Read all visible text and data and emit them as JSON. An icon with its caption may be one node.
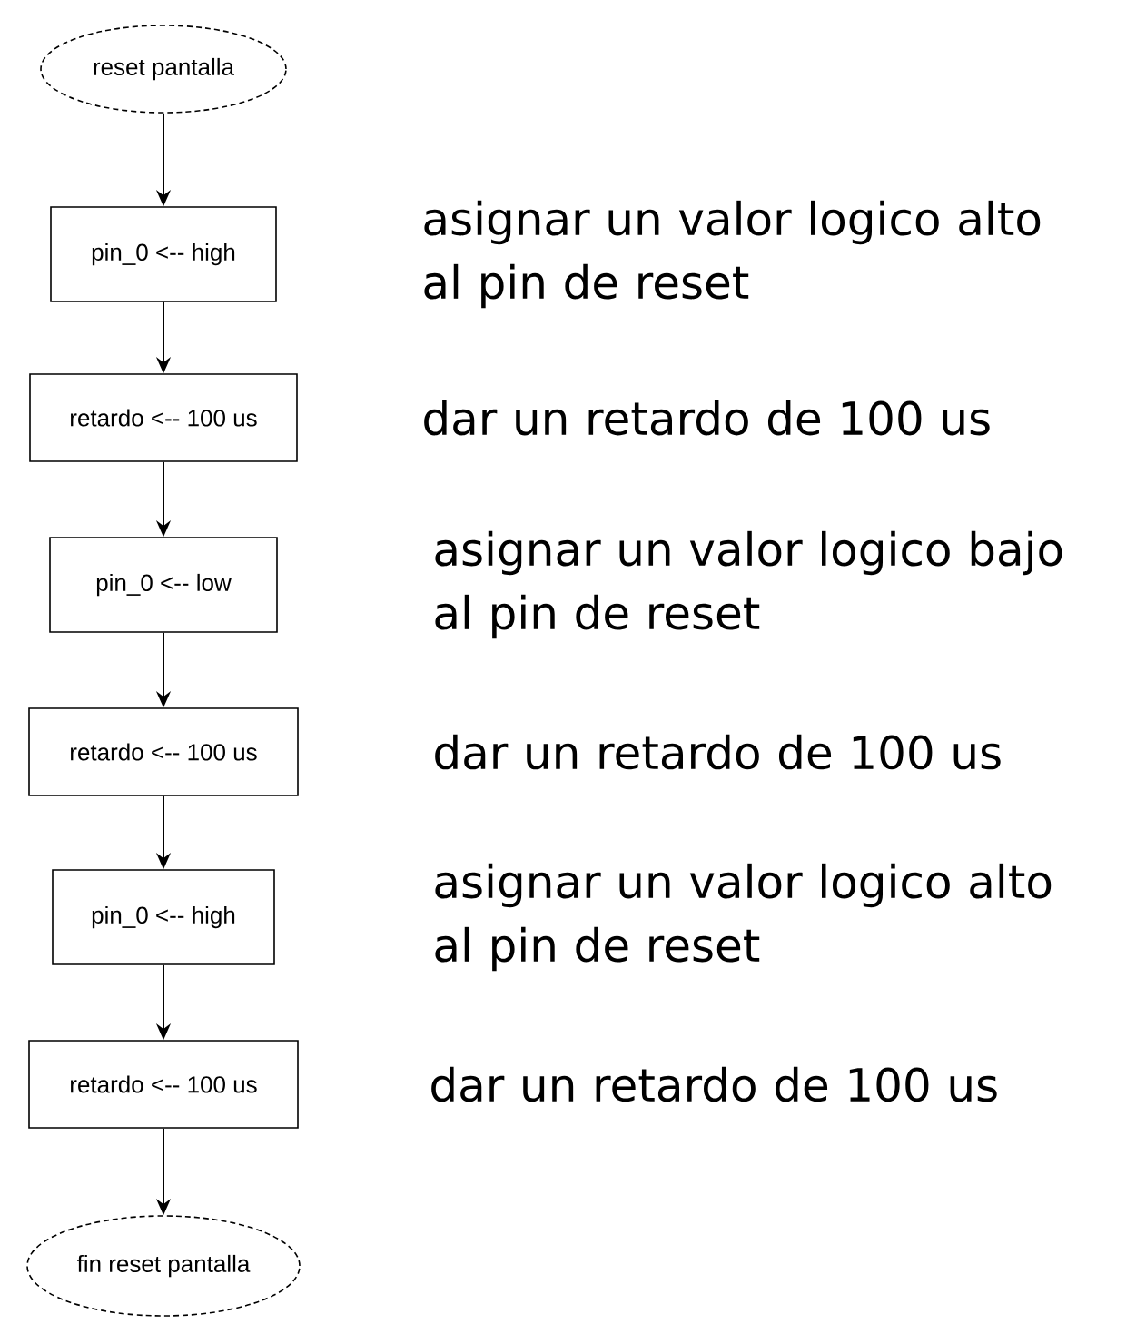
{
  "diagram": {
    "nodes": [
      {
        "text": [
          "reset pantalla"
        ]
      },
      {
        "text": [
          "pin_0 <-- high"
        ],
        "beside": [
          "asignar un valor logico alto al pin de reset"
        ]
      },
      {
        "text": [
          "retardo <-- 100 us"
        ],
        "beside": [
          "dar un retardo de 100 us"
        ]
      },
      {
        "text": [
          "pin_0 <-- low"
        ],
        "beside": [
          "asignar un valor logico bajo al pin de reset"
        ]
      },
      {
        "text": [
          "retardo <-- 100 us"
        ],
        "beside": [
          "dar un retardo de 100 us"
        ]
      },
      {
        "text": [
          "pin_0 <-- high"
        ],
        "beside": [
          "asignar un valor logico alto al pin de reset"
        ]
      },
      {
        "text": [
          "retardo <-- 100 us"
        ],
        "beside": [
          "dar un retardo de 100 us"
        ]
      },
      {
        "text": [
          "fin reset pantalla"
        ]
      }
    ],
    "edges": [
      {
        "from": 0,
        "to": 1,
        "arrow": "to"
      },
      {
        "from": 1,
        "to": 2,
        "arrow": "to"
      },
      {
        "from": 2,
        "to": 3,
        "arrow": "to"
      },
      {
        "from": 3,
        "to": 4,
        "arrow": "to"
      },
      {
        "from": 4,
        "to": 5,
        "arrow": "to"
      },
      {
        "from": 5,
        "to": 6,
        "arrow": "to"
      },
      {
        "from": 6,
        "to": 7,
        "arrow": "to"
      }
    ]
  }
}
